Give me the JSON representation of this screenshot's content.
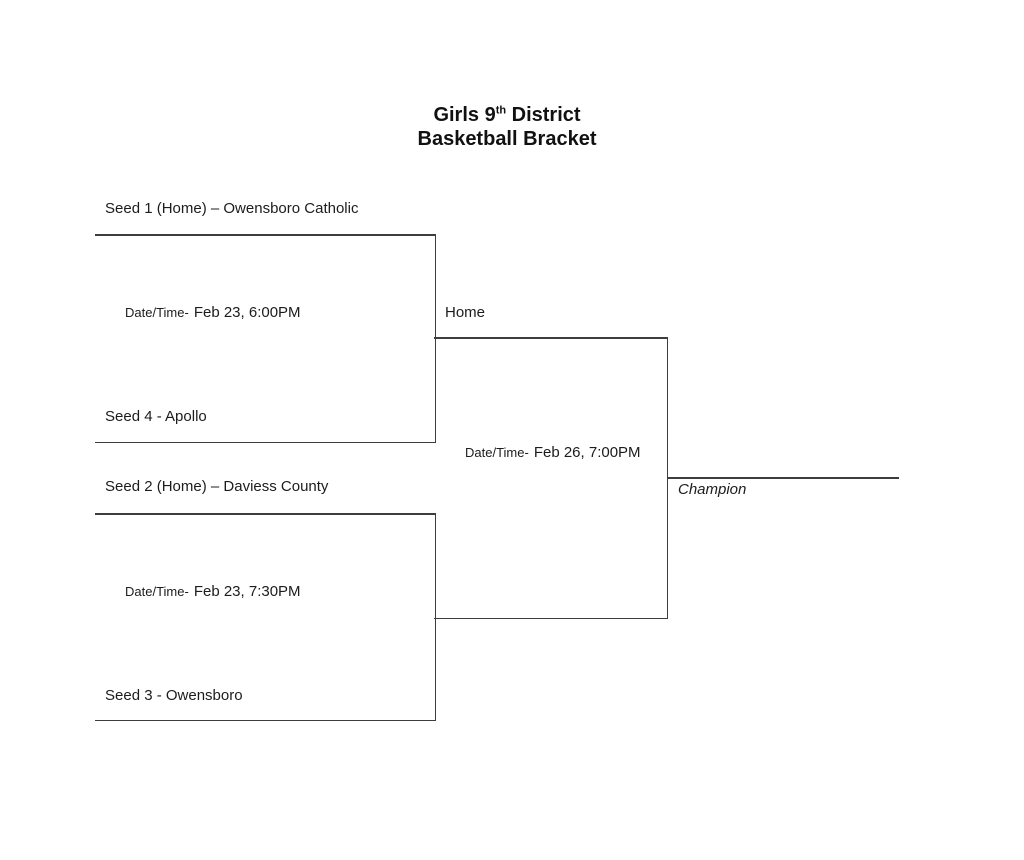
{
  "title": {
    "line1_prefix": "Girls 9",
    "line1_sup": "th",
    "line1_suffix": " District",
    "line2": "Basketball Bracket"
  },
  "bracket": {
    "semifinal1": {
      "team_top": "Seed 1 (Home) – Owensboro Catholic",
      "datetime_label": "Date/Time-",
      "datetime_value": "Feb 23, 6:00PM",
      "team_bottom": "Seed 4 - Apollo"
    },
    "semifinal2": {
      "team_top": "Seed 2 (Home) – Daviess County",
      "datetime_label": "Date/Time-",
      "datetime_value": "Feb 23, 7:30PM",
      "team_bottom": "Seed 3 - Owensboro"
    },
    "final": {
      "home_label": "Home",
      "datetime_label": "Date/Time-",
      "datetime_value": "Feb 26, 7:00PM",
      "champion_label": "Champion"
    }
  },
  "colors": {
    "line": "#3d3d3d",
    "text": "#1c1c1c",
    "background": "#ffffff"
  }
}
